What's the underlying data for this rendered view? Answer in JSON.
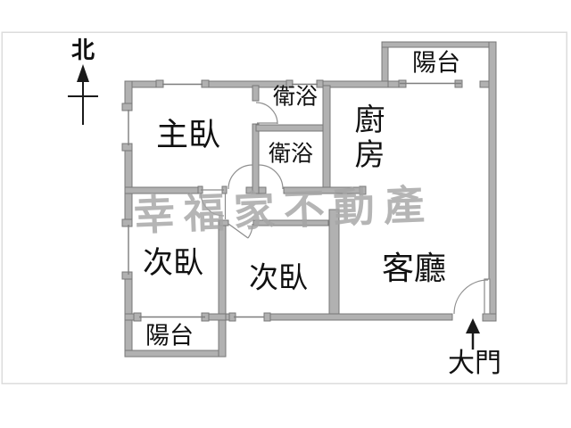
{
  "plan": {
    "type": "apartment-floor-plan",
    "compass": {
      "north_label": "北"
    },
    "rooms": {
      "master_bedroom": "主臥",
      "bath_upper": "衛浴",
      "bath_lower": "衛浴",
      "kitchen": "廚房",
      "balcony_top": "陽台",
      "bedroom_left": "次臥",
      "bedroom_middle": "次臥",
      "living_room": "客廳",
      "balcony_bottom": "陽台"
    },
    "entrance": {
      "label": "大門"
    },
    "watermark": {
      "text": "幸福家不動產"
    },
    "colors": {
      "wall_fill": "#b1b1b1",
      "wall_outline": "#787878",
      "text": "#111111",
      "watermark": "#a5a5a5",
      "page_border": "#dcdcdc",
      "background": "#ffffff"
    }
  }
}
